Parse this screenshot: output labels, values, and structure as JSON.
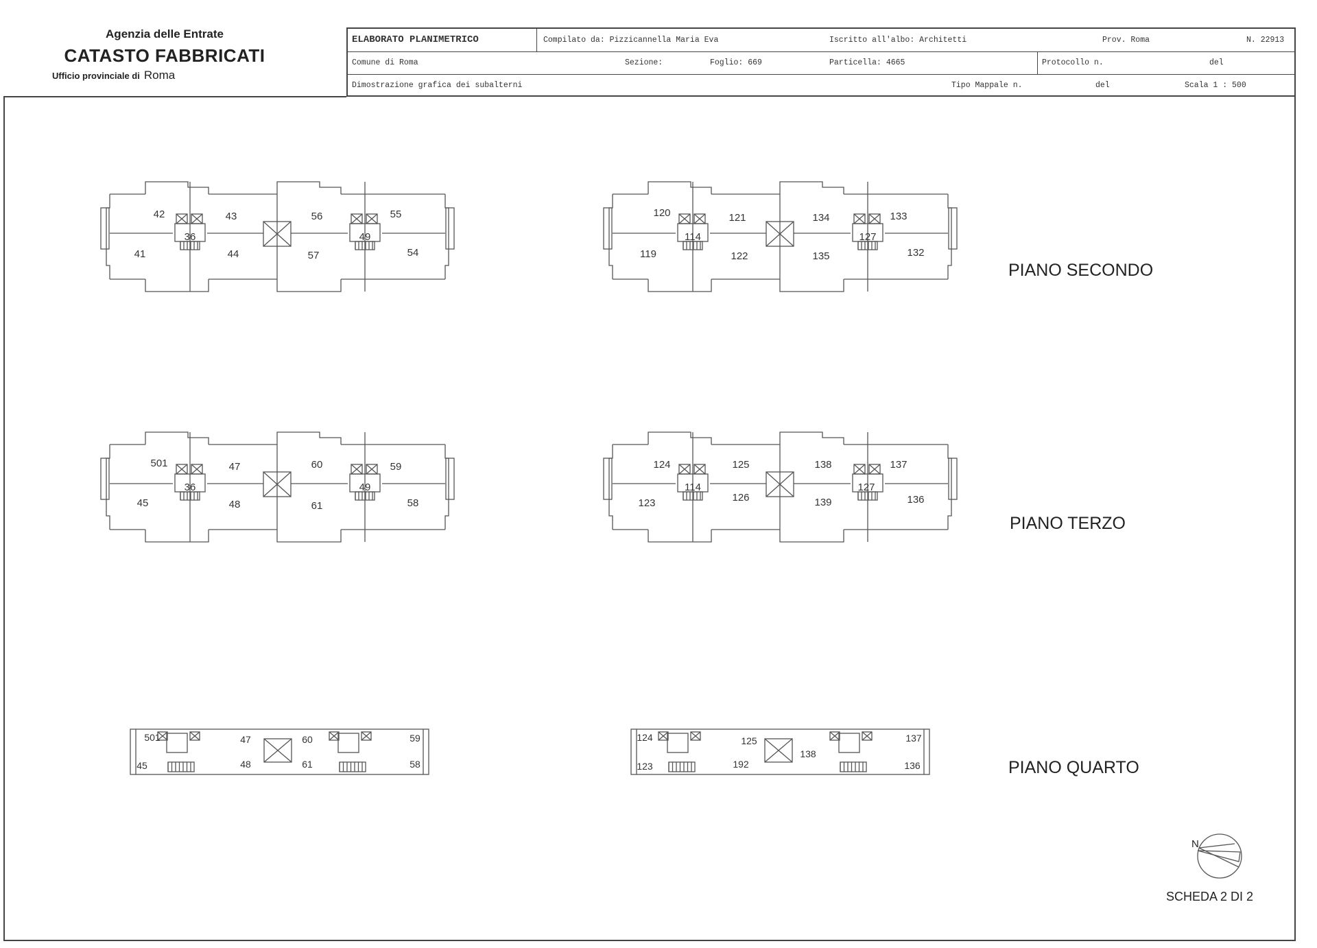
{
  "agency": {
    "line1": "Agenzia delle Entrate",
    "line2": "CATASTO FABBRICATI",
    "office": "Ufficio provinciale di",
    "city": "Roma"
  },
  "header": {
    "title": "ELABORATO PLANIMETRICO",
    "compilato": "Compilato da: Pizzicannella Maria Eva",
    "iscritto": "Iscritto all'albo: Architetti",
    "prov": "Prov. Roma",
    "numero": "N. 22913",
    "comune": "Comune di Roma",
    "sezione": "Sezione:",
    "foglio": "Foglio: 669",
    "particella": "Particella: 4665",
    "protocollo": "Protocollo n.",
    "protocollo_del": "del",
    "dimostrazione": "Dimostrazione grafica dei subalterni",
    "tipo_mappale": "Tipo Mappale n.",
    "tipo_del": "del",
    "scala": "Scala 1 : 500"
  },
  "floors": {
    "secondo": "PIANO SECONDO",
    "terzo": "PIANO TERZO",
    "quarto": "PIANO QUARTO"
  },
  "plans": {
    "secondo_left": [
      "42",
      "43",
      "36",
      "44",
      "41",
      "56",
      "55",
      "49",
      "57",
      "54"
    ],
    "secondo_right": [
      "120",
      "121",
      "114",
      "122",
      "119",
      "134",
      "133",
      "127",
      "135",
      "132"
    ],
    "terzo_left": [
      "501",
      "47",
      "36",
      "48",
      "45",
      "60",
      "59",
      "49",
      "61",
      "58"
    ],
    "terzo_right": [
      "124",
      "125",
      "114",
      "126",
      "123",
      "138",
      "137",
      "127",
      "139",
      "136"
    ],
    "quarto_left": [
      "501",
      "45",
      "47",
      "48",
      "60",
      "61",
      "59",
      "58"
    ],
    "quarto_right": [
      "124",
      "123",
      "125",
      "192",
      "138",
      "137",
      "136"
    ]
  },
  "compass": {
    "label": "N",
    "icon": "north-arrow-icon"
  },
  "scheda": "SCHEDA 2 DI 2"
}
